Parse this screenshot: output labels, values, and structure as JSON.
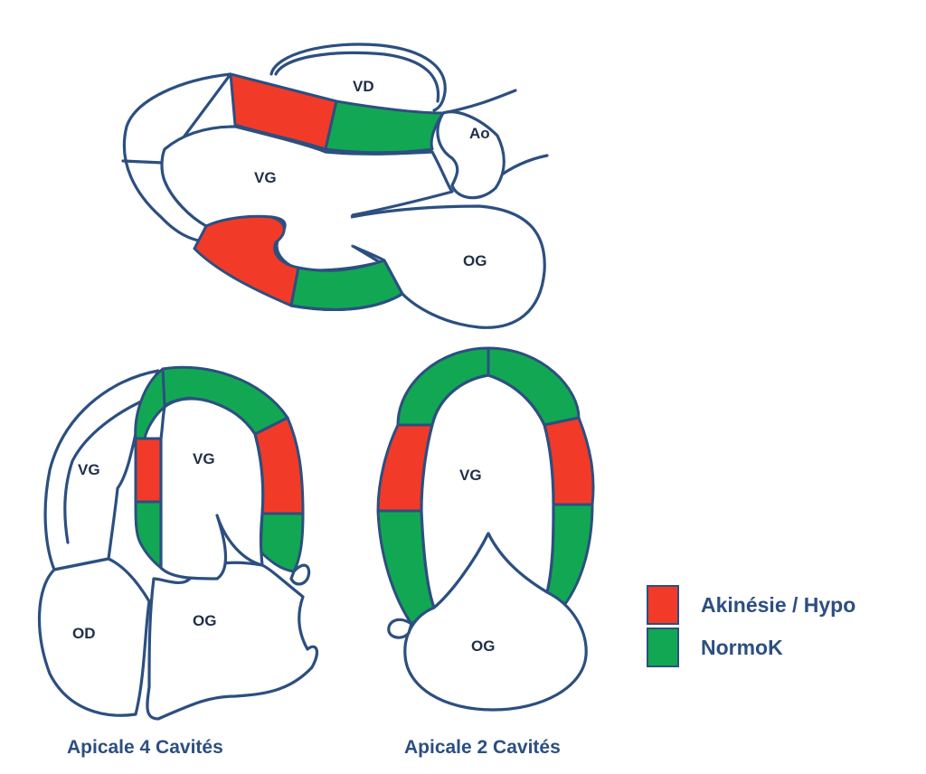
{
  "colors": {
    "akinesia": "#f23a29",
    "normal": "#12a853",
    "outline": "#2c4f80"
  },
  "plax": {
    "rv_label": "VD",
    "ao_label": "Ao",
    "lv_label": "VG",
    "la_label": "OG"
  },
  "a4c": {
    "rv_label": "VG",
    "lv_label": "VG",
    "ra_label": "OD",
    "la_label": "OG",
    "caption": "Apicale 4 Cavités"
  },
  "a2c": {
    "lv_label": "VG",
    "la_label": "OG",
    "caption": "Apicale 2 Cavités"
  },
  "legend": {
    "items": [
      {
        "label": "Akinésie / Hypo",
        "color": "#f23a29"
      },
      {
        "label": "NormoK",
        "color": "#12a853"
      }
    ]
  }
}
